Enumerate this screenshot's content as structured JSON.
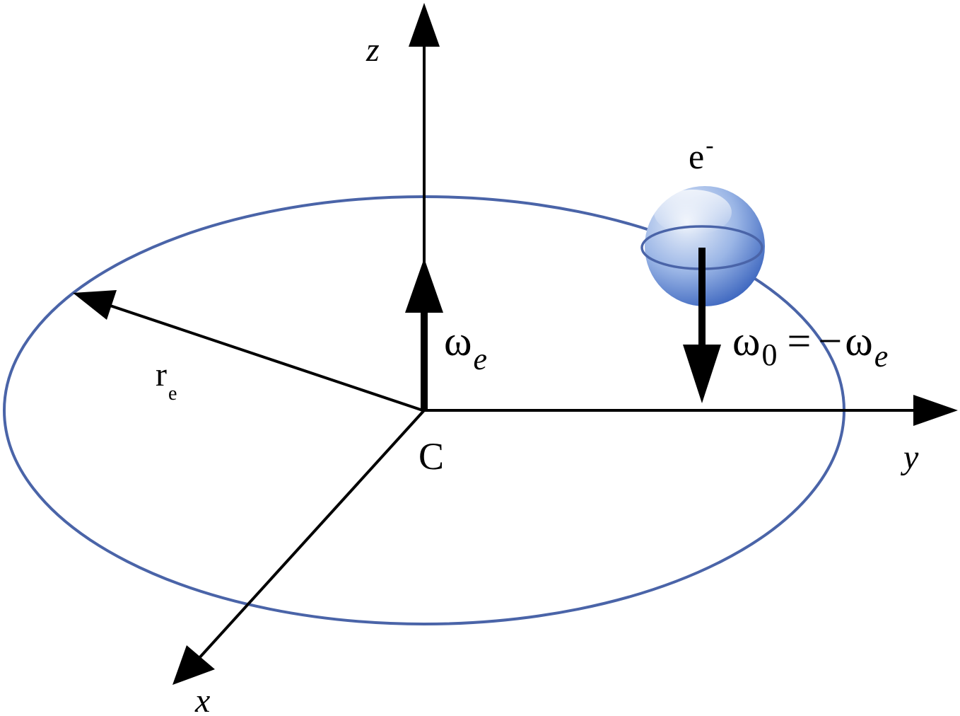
{
  "colors": {
    "orbit": "#4a64a8",
    "axis": "#000000",
    "background": "#ffffff",
    "electron_light": "#eef3fb",
    "electron_mid": "#9bb6e6",
    "electron_dark": "#3f68c0"
  },
  "labels": {
    "z_axis": "z",
    "y_axis": "y",
    "x_axis": "x",
    "center": "C",
    "radius_base": "r",
    "radius_sub": "e",
    "omega_e_base": "ω",
    "omega_e_sub": "e",
    "electron_base": "e",
    "electron_sup": "-",
    "omega0_base": "ω",
    "omega0_sub": "0",
    "omega0_equals": "=",
    "omega0_minus": "−",
    "omega0_rhs_base": "ω",
    "omega0_rhs_sub": "e"
  }
}
